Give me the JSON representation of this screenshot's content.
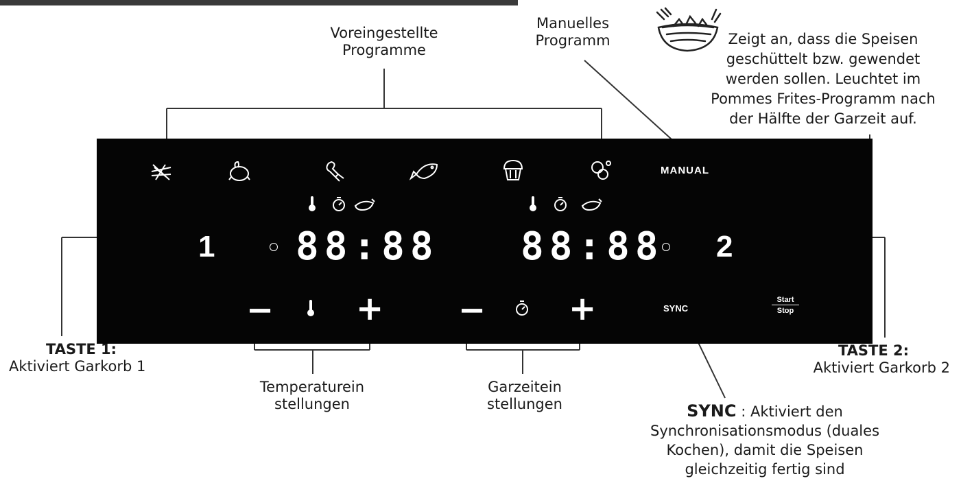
{
  "labels": {
    "preset": [
      "Voreingestellte",
      "Programme"
    ],
    "manual": [
      "Manuelles",
      "Programm"
    ],
    "shake": [
      "Zeigt an, dass die Speisen",
      "geschüttelt bzw. gewendet",
      "werden sollen. Leuchtet im",
      "Pommes Frites-Programm nach",
      "der Hälfte der Garzeit auf."
    ],
    "taste1_title": "TASTE 1:",
    "taste1_desc": "Aktiviert Garkorb 1",
    "taste2_title": "TASTE 2:",
    "taste2_desc": "Aktiviert Garkorb 2",
    "temp": [
      "Temperaturein",
      "stellungen"
    ],
    "time": [
      "Garzeitein",
      "stellungen"
    ],
    "sync_title": "SYNC",
    "sync_desc": [
      ": Aktiviert den",
      "Synchronisationsmodus (duales",
      "Kochen), damit die Speisen",
      "gleichzeitig fertig sind"
    ]
  },
  "panel": {
    "manual_btn": "MANUAL",
    "display1": "88:88",
    "display2": "88:88",
    "zone1": "1",
    "zone2": "2",
    "minus": "−",
    "plus": "+",
    "sync_btn": "SYNC",
    "start": "Start",
    "stop": "Stop"
  },
  "colors": {
    "panel": "#050505",
    "text": "#1a1a1a",
    "panel_text": "#ffffff"
  }
}
